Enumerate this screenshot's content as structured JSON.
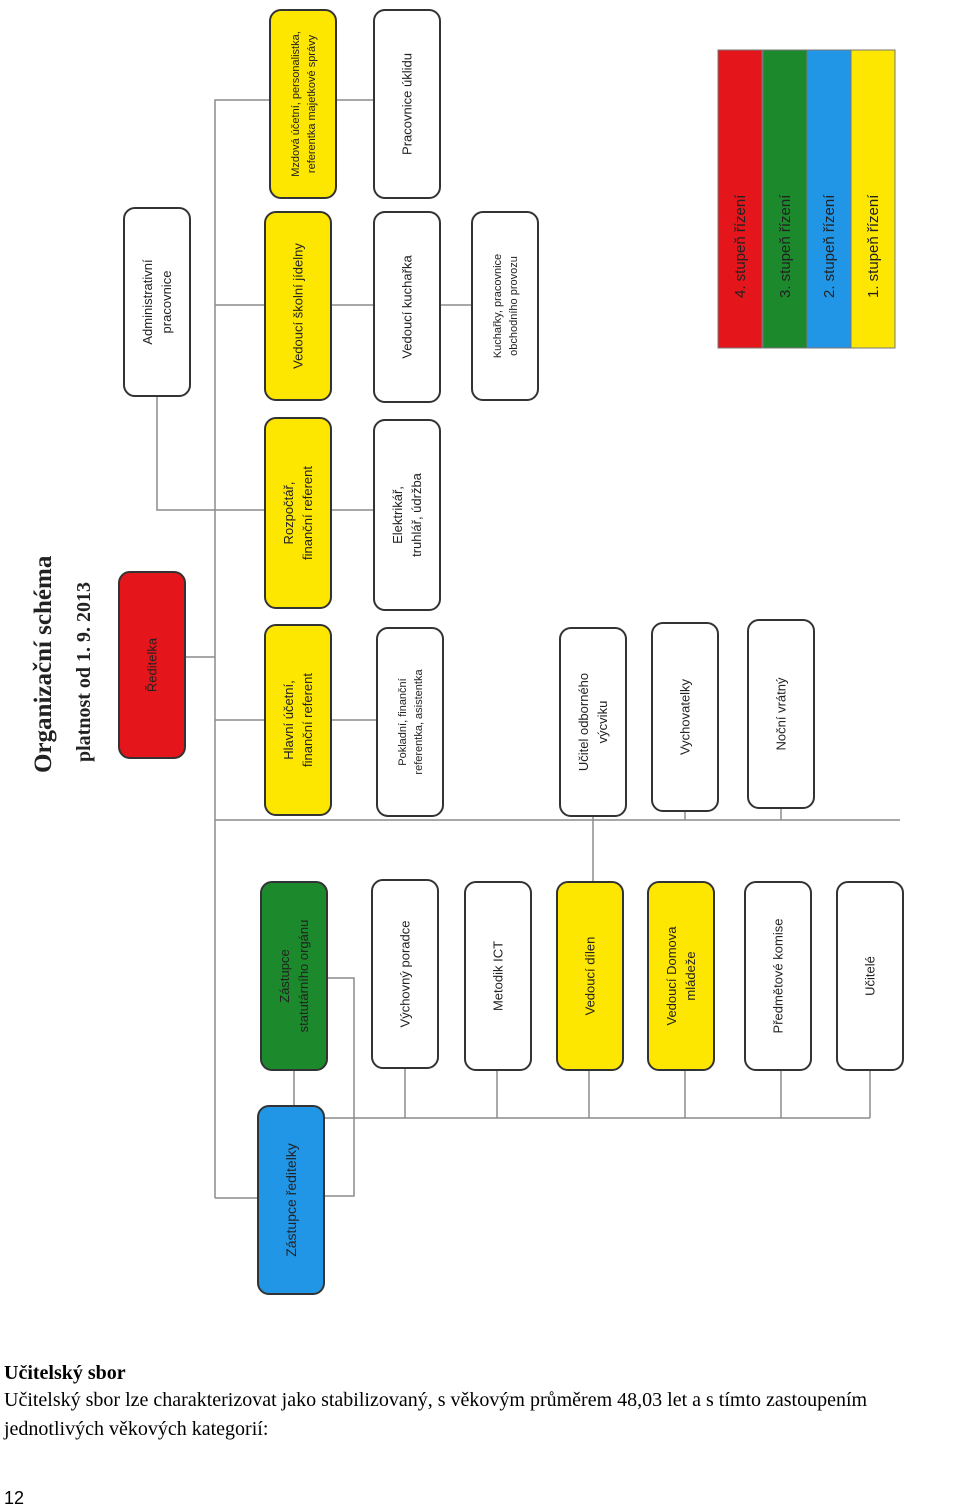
{
  "chart_title": "Organizační schéma",
  "chart_subtitle": "platnost od 1. 9. 2013",
  "colors": {
    "red": "#e4161b",
    "green": "#1c8a2c",
    "blue": "#2196e6",
    "yellow": "#fde600",
    "white": "#ffffff",
    "line": "#8c8c8c"
  },
  "boxes": {
    "reditelka": {
      "label": "Ředitelka",
      "color": "red"
    },
    "administrativni": {
      "label": "Administrativní pracovnice",
      "color": "white"
    },
    "hlavni_ucetni": {
      "label": "Hlavní účetní, finanční referent",
      "color": "yellow"
    },
    "rozpoctar": {
      "label": "Rozpočtář, finanční referent",
      "color": "yellow"
    },
    "vedouci_jidelny": {
      "label": "Vedoucí školní jídelny",
      "color": "yellow"
    },
    "mzdova_ucetni": {
      "label": "Mzdová účetní, personalistka, referentka majetkové správy",
      "color": "yellow"
    },
    "pokladni": {
      "label": "Pokladní, finanční referentka, asistentka",
      "color": "white"
    },
    "elektrikar": {
      "label": "Elektrikář, truhlář, údržba",
      "color": "white"
    },
    "vedouci_kucharka": {
      "label": "Vedoucí kuchařka",
      "color": "white"
    },
    "pracovnice_uklidu": {
      "label": "Pracovnice úklidu",
      "color": "white"
    },
    "kucharky": {
      "label": "Kuchařky, pracovnice obchodního provozu",
      "color": "white"
    },
    "ucitel_vycviku": {
      "label": "Učitel odborného výcviku",
      "color": "white"
    },
    "vychovatelky": {
      "label": "Vychovatelky",
      "color": "white"
    },
    "nocni_vratny": {
      "label": "Noční vrátný",
      "color": "white"
    },
    "zastupce_reditelky": {
      "label": "Zástupce ředitelky",
      "color": "blue"
    },
    "zastupce_statutarniho": {
      "label": "Zástupce statutárního orgánu",
      "color": "green"
    },
    "vychovny_poradce": {
      "label": "Výchovný poradce",
      "color": "white"
    },
    "metodik_ict": {
      "label": "Metodik ICT",
      "color": "white"
    },
    "vedouci_dilen": {
      "label": "Vedoucí dílen",
      "color": "yellow"
    },
    "vedouci_domova": {
      "label": "Vedoucí Domova mládeže",
      "color": "yellow"
    },
    "predmetove_komise": {
      "label": "Předmětové komise",
      "color": "white"
    },
    "ucitele": {
      "label": "Učitelé",
      "color": "white"
    }
  },
  "legend": [
    {
      "label": "4. stupeň řízení",
      "color": "red"
    },
    {
      "label": "3. stupeň řízení",
      "color": "green"
    },
    {
      "label": "2. stupeň řízení",
      "color": "blue"
    },
    {
      "label": "1. stupeň řízení",
      "color": "yellow"
    }
  ],
  "section": {
    "heading": "Učitelský sbor",
    "paragraph": "Učitelský sbor lze charakterizovat jako stabilizovaný, s věkovým průměrem 48,03 let a s tímto zastoupením jednotlivých věkových kategorií:"
  },
  "page_number": "12"
}
